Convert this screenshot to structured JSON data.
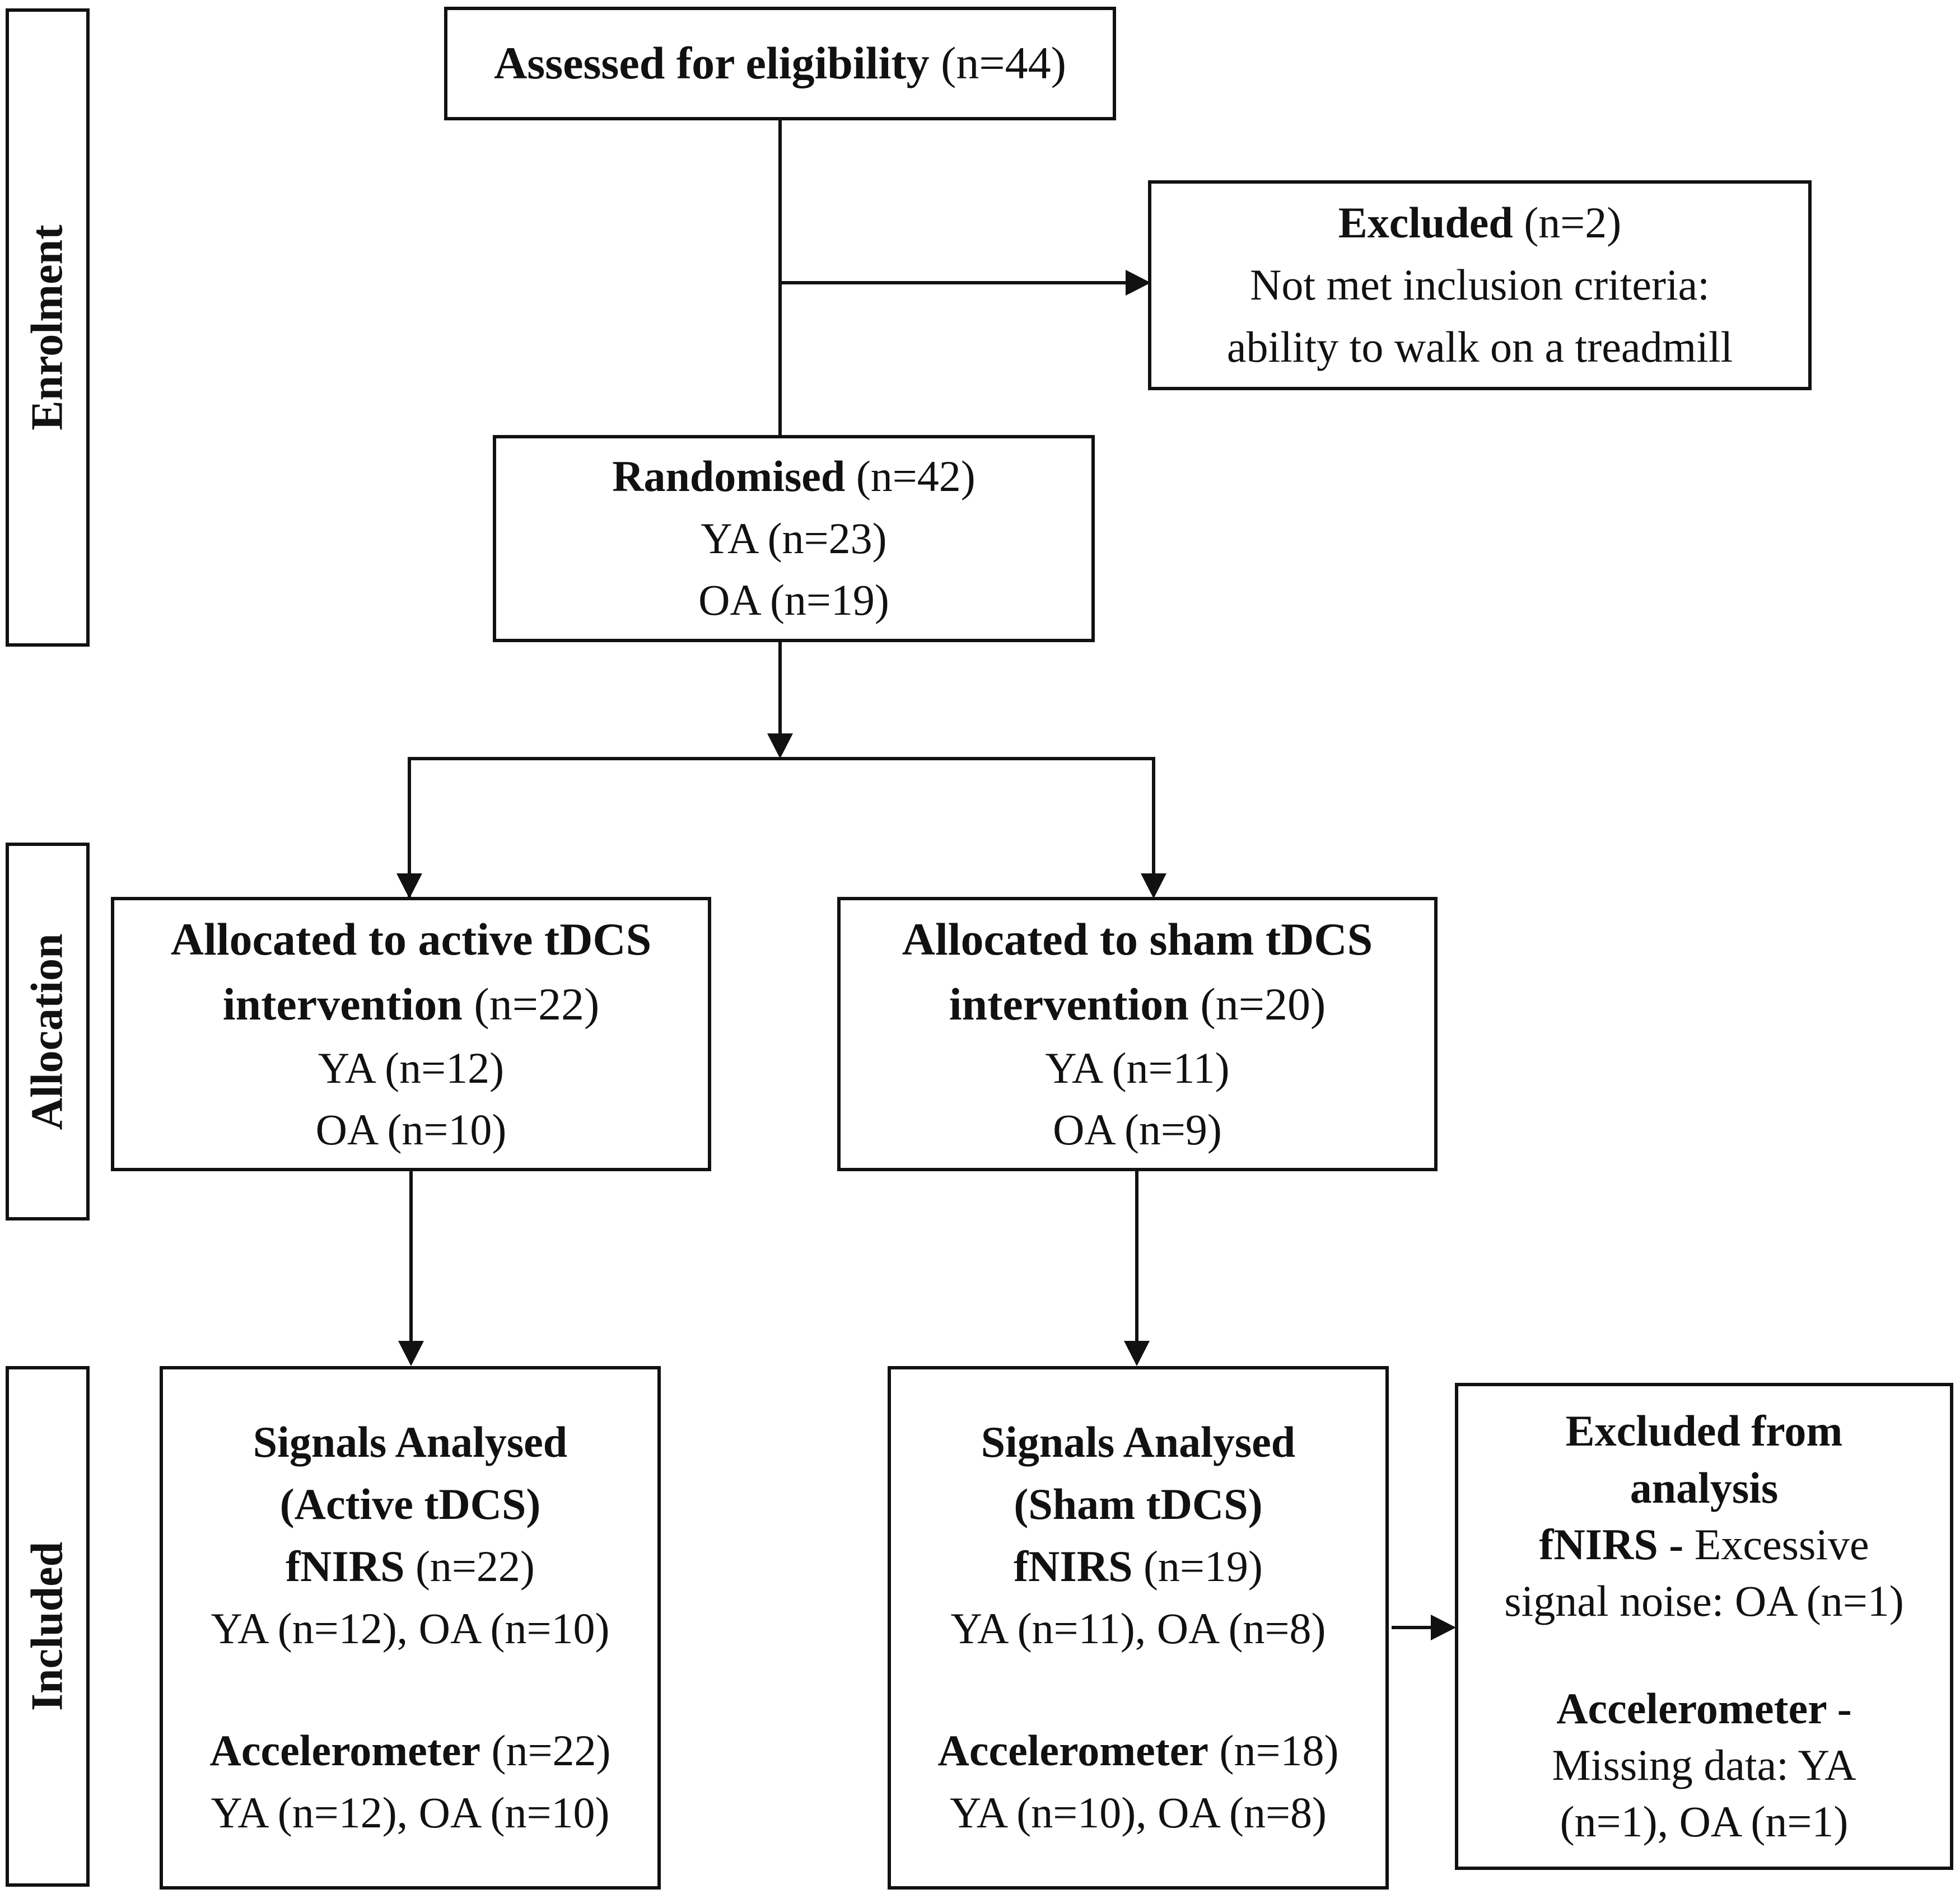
{
  "stages": {
    "enrolment": "Enrolment",
    "allocation": "Allocation",
    "included": "Included"
  },
  "assessed": {
    "bold": "Assessed for eligibility",
    "count": " (n=44)"
  },
  "excluded": {
    "bold": "Excluded",
    "count": " (n=2)",
    "line2": "Not met inclusion criteria:",
    "line3": "ability to walk on a treadmill"
  },
  "randomised": {
    "bold": "Randomised",
    "count": " (n=42)",
    "ya": "YA (n=23)",
    "oa": "OA (n=19)"
  },
  "active_alloc": {
    "line1": "Allocated to active tDCS",
    "line2_bold": "intervention",
    "line2_count": " (n=22)",
    "ya": "YA (n=12)",
    "oa": "OA (n=10)"
  },
  "sham_alloc": {
    "line1": "Allocated to sham tDCS",
    "line2_bold": "intervention",
    "line2_count": " (n=20)",
    "ya": "YA (n=11)",
    "oa": "OA (n=9)"
  },
  "active_analysed": {
    "title1": "Signals Analysed",
    "title2": "(Active tDCS)",
    "fnirs_bold": "fNIRS",
    "fnirs_count": " (n=22)",
    "fnirs_groups": "YA (n=12), OA (n=10)",
    "acc_bold": "Accelerometer",
    "acc_count": " (n=22)",
    "acc_groups": "YA (n=12), OA (n=10)"
  },
  "sham_analysed": {
    "title1": "Signals Analysed",
    "title2": "(Sham tDCS)",
    "fnirs_bold": "fNIRS",
    "fnirs_count": " (n=19)",
    "fnirs_groups": "YA (n=11), OA (n=8)",
    "acc_bold": "Accelerometer",
    "acc_count": " (n=18)",
    "acc_groups": "YA (n=10), OA (n=8)"
  },
  "excluded_analysis": {
    "title1": "Excluded from",
    "title2": "analysis",
    "fnirs_bold": "fNIRS -",
    "fnirs_text": " Excessive",
    "fnirs_line2": "signal noise: OA (n=1)",
    "acc_bold": "Accelerometer -",
    "acc_line2": "Missing data: YA",
    "acc_line3": "(n=1), OA (n=1)"
  }
}
